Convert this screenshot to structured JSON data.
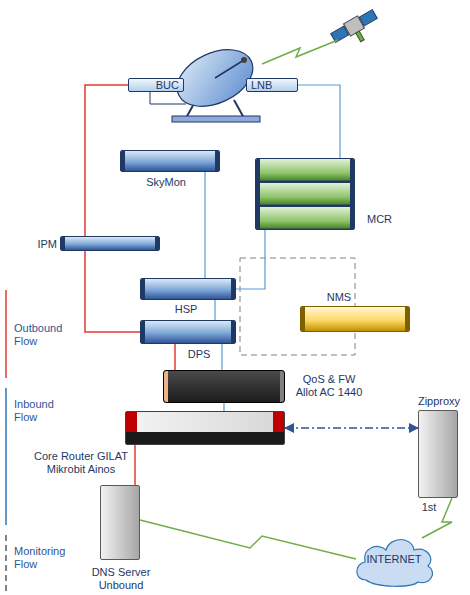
{
  "diagram": {
    "nodes": [
      {
        "text": [
          "BUC"
        ]
      },
      {
        "text": [
          "LNB"
        ]
      },
      {
        "text": [
          "SkyMon"
        ]
      },
      {
        "text": [
          "MCR"
        ]
      },
      {
        "text": [
          "IPM"
        ]
      },
      {
        "text": [
          "HSP"
        ]
      },
      {
        "text": [
          "NMS"
        ]
      },
      {
        "text": [
          "DPS"
        ]
      },
      {
        "text": [
          "QoS & FW Allot AC 1440"
        ]
      },
      {
        "text": [
          "Core Router GILAT Mikrobit Ainos"
        ]
      },
      {
        "text": [
          "Zipproxy",
          "1st"
        ]
      },
      {
        "text": [
          "DNS Server Unbound"
        ]
      },
      {
        "text": [
          "INTERNET"
        ]
      }
    ],
    "edges": [
      {
        "from": 0,
        "to": 7,
        "arrow": "none"
      },
      {
        "from": 1,
        "to": 3,
        "arrow": "none"
      },
      {
        "from": 2,
        "to": 5,
        "arrow": "none"
      },
      {
        "from": 3,
        "to": 5,
        "arrow": "none"
      },
      {
        "from": 5,
        "to": 7,
        "arrow": "none"
      },
      {
        "from": 7,
        "to": 8,
        "arrow": "none"
      },
      {
        "from": 7,
        "to": 8,
        "arrow": "none"
      },
      {
        "from": 8,
        "to": 9,
        "arrow": "none"
      },
      {
        "from": 9,
        "to": 10,
        "arrow": "both"
      },
      {
        "from": 9,
        "to": 11,
        "arrow": "none"
      },
      {
        "from": 11,
        "to": 12,
        "arrow": "none"
      },
      {
        "from": 12,
        "to": 10,
        "arrow": "none"
      }
    ],
    "labels": [
      "Outbound Flow",
      "Inbound Flow",
      "Monitoring Flow"
    ]
  }
}
